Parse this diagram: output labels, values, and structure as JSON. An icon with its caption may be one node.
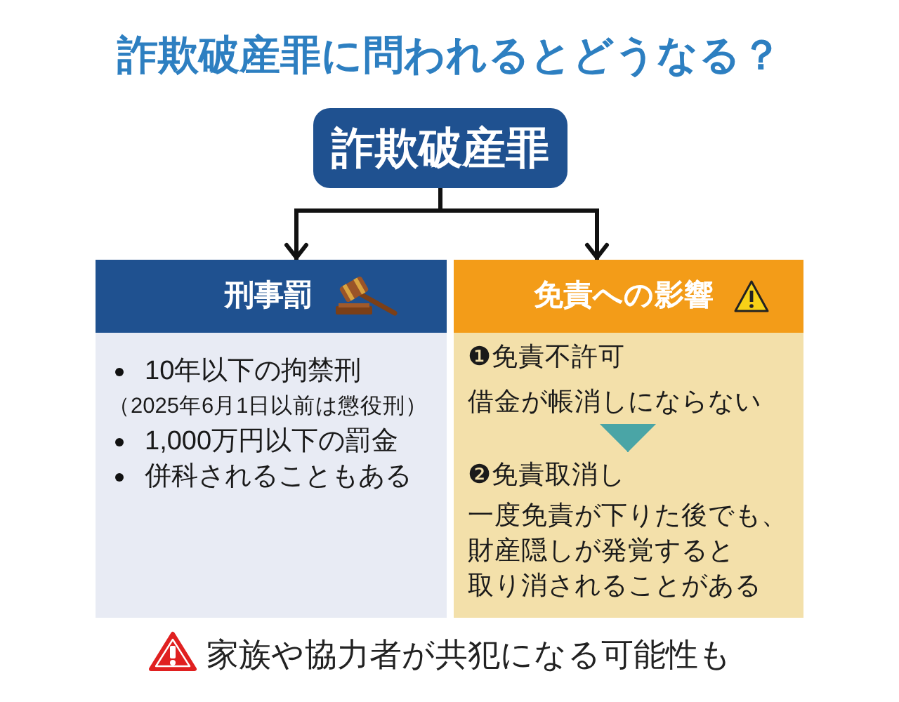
{
  "diagram": {
    "title": "詐欺破産罪に問われるとどうなる？",
    "nodes": [
      {
        "text": [
          "詐欺破産罪"
        ]
      },
      {
        "text": [
          "刑事罰",
          "10年以下の拘禁刑",
          "（2025年6月1日以前は懲役刑）",
          "1,000万円以下の罰金",
          "併科されることもある"
        ]
      },
      {
        "text": [
          "免責への影響"
        ]
      },
      {
        "text": [
          "❶免責不許可",
          "借金が帳消しにならない"
        ],
        "in": 2
      },
      {
        "text": [
          "❷免責取消し",
          "一度免責が下りた後でも、財産隠しが発覚すると取り消されることがある"
        ],
        "in": 2
      }
    ],
    "edges": [
      {
        "from": 0,
        "to": 1,
        "arrow": "to"
      },
      {
        "from": 0,
        "to": 2,
        "arrow": "to"
      },
      {
        "from": 3,
        "to": 4,
        "arrow": "to",
        "color": "#4aa5a6"
      }
    ],
    "labels": [
      "家族や協力者が共犯になる可能性も"
    ]
  }
}
